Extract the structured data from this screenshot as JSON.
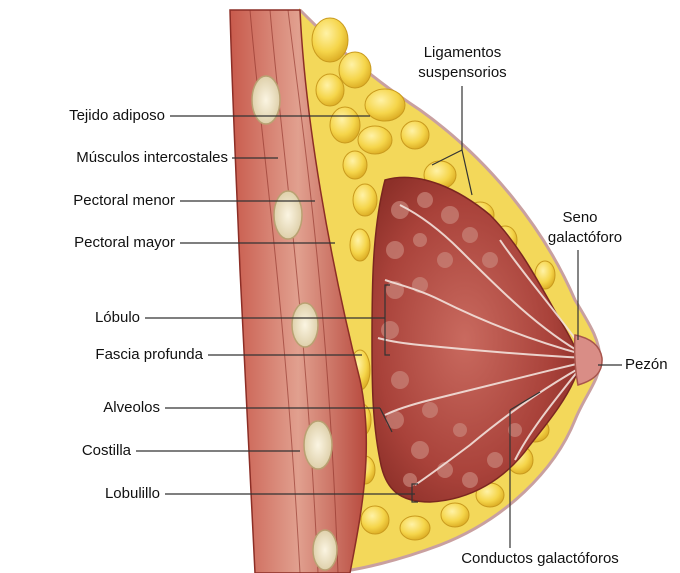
{
  "diagram": {
    "labels": {
      "tejido_adiposo": "Tejido adiposo",
      "musculos_intercostales": "Músculos intercostales",
      "pectoral_menor": "Pectoral menor",
      "pectoral_mayor": "Pectoral mayor",
      "lobulo": "Lóbulo",
      "fascia_profunda": "Fascia profunda",
      "alveolos": "Alveolos",
      "costilla": "Costilla",
      "lobulillo": "Lobulillo",
      "ligamentos_line1": "Ligamentos",
      "ligamentos_line2": "suspensorios",
      "seno_line1": "Seno",
      "seno_line2": "galactóforo",
      "pezon": "Pezón",
      "conductos": "Conductos galactóforos"
    },
    "colors": {
      "muscle": "#b5473f",
      "muscle_light": "#d98a7a",
      "fat": "#f2cf3c",
      "fat_dark": "#d9a820",
      "gland": "#a8413a",
      "gland_light": "#d48a80",
      "bone": "#efe4c8",
      "line": "#333333"
    }
  }
}
